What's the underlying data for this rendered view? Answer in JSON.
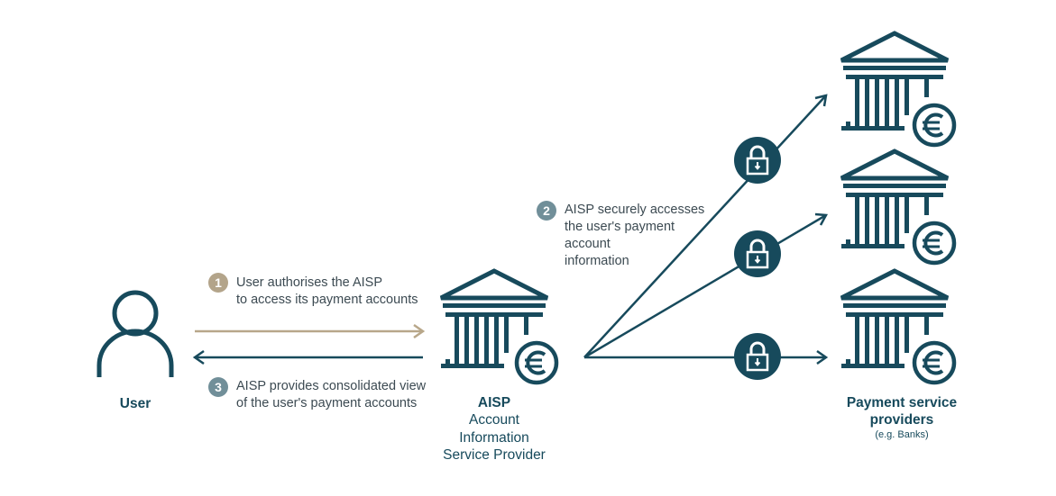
{
  "steps": [
    {
      "number": "1",
      "lines": [
        "User authorises the AISP",
        "to access its payment accounts"
      ],
      "color": "#b3a48a"
    },
    {
      "number": "2",
      "lines": [
        "AISP securely accesses",
        "the user's payment",
        "account",
        "information"
      ],
      "color": "#718f99"
    },
    {
      "number": "3",
      "lines": [
        "AISP provides consolidated view",
        "of the user's payment accounts"
      ],
      "color": "#718f99"
    }
  ],
  "user": {
    "label": "User"
  },
  "aisp": {
    "abbr": "AISP",
    "lines": [
      "Account",
      "Information",
      "Service Provider"
    ]
  },
  "providers": {
    "lines": [
      "Payment service",
      "providers"
    ],
    "note": "(e.g. Banks)"
  },
  "colors": {
    "primary": "#174a5c",
    "authorise_arrow": "#b8a78a",
    "step_badge_tan": "#b3a48a",
    "step_badge_grey": "#718f99"
  },
  "icons": [
    "user-icon",
    "bank-icon",
    "euro-icon",
    "lock-icon",
    "arrow-icon"
  ]
}
